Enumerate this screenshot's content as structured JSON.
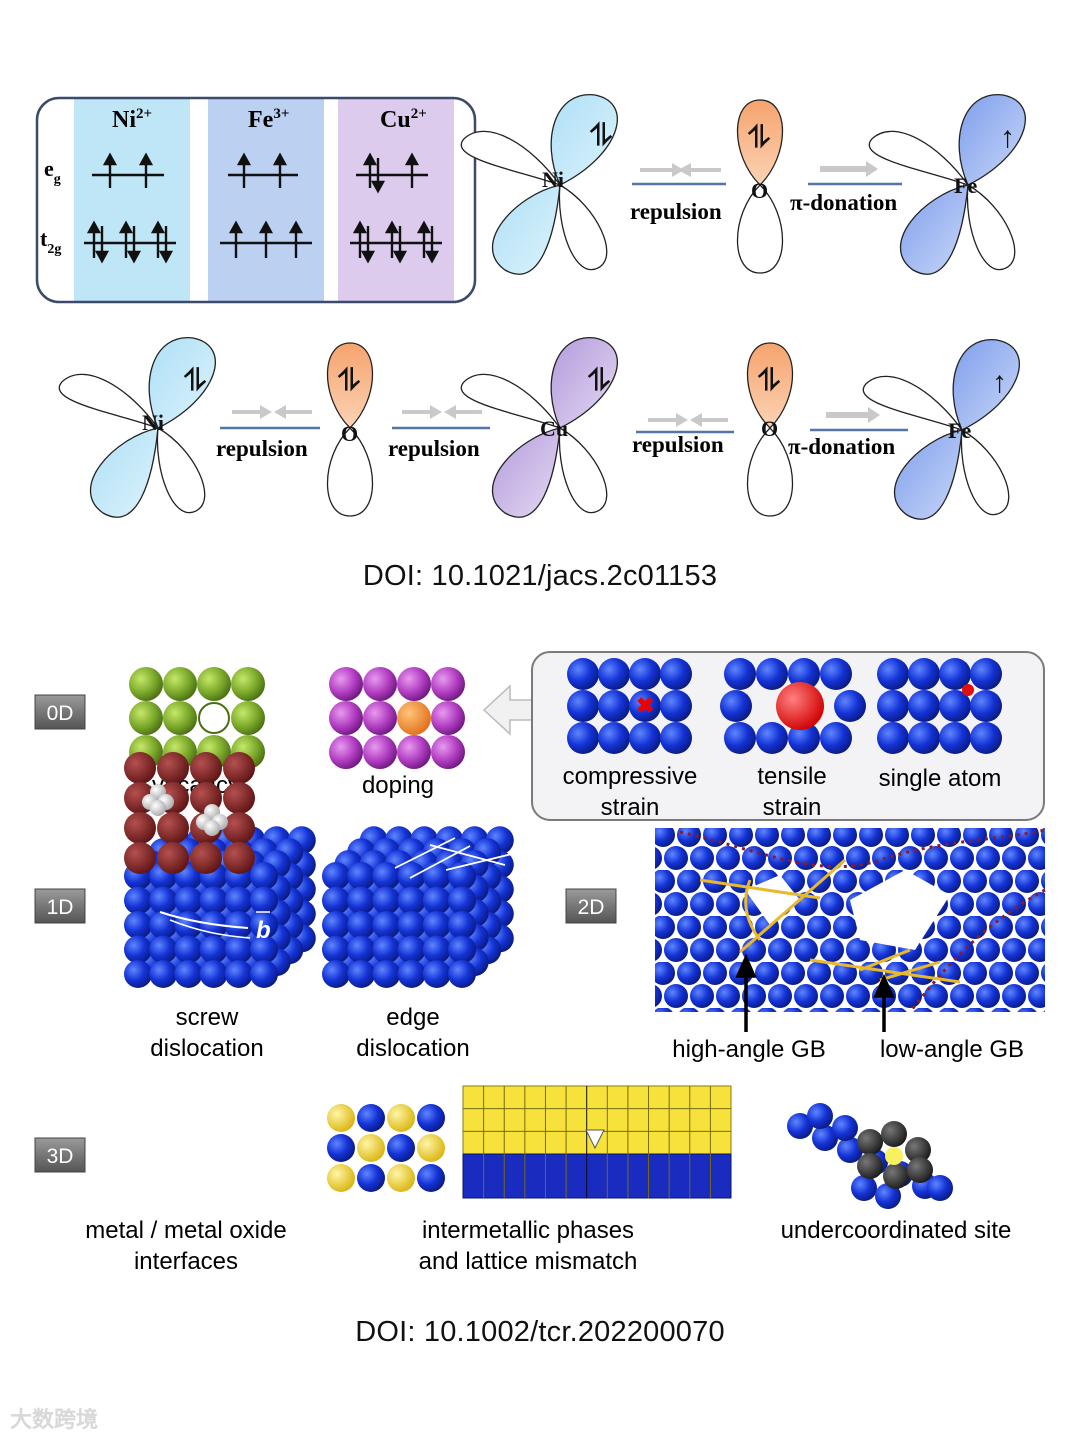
{
  "figure_top": {
    "config": {
      "ions": [
        "Ni2+",
        "Fe3+",
        "Cu2+"
      ],
      "ion_display": [
        {
          "base": "Ni",
          "sup": "2+"
        },
        {
          "base": "Fe",
          "sup": "3+"
        },
        {
          "base": "Cu",
          "sup": "2+"
        }
      ],
      "levels": [
        {
          "base": "e",
          "sub": "g"
        },
        {
          "base": "t",
          "sub": "2g"
        }
      ],
      "column_colors": [
        "#bfe6f6",
        "#bcd0f2",
        "#dccbec"
      ]
    },
    "row1": {
      "atoms": [
        "Ni",
        "O",
        "Fe"
      ],
      "links": [
        "repulsion",
        "π-donation"
      ]
    },
    "row2": {
      "atoms": [
        "Ni",
        "O",
        "Cu",
        "O",
        "Fe"
      ],
      "links": [
        "repulsion",
        "repulsion",
        "repulsion",
        "π-donation"
      ]
    },
    "doi": "DOI: 10.1021/jacs.2c01153"
  },
  "figure_bottom": {
    "dim_labels": [
      "0D",
      "1D",
      "2D",
      "3D"
    ],
    "zero_d": {
      "vacancy": "vacancy",
      "doping": "doping",
      "box": {
        "compressive": [
          "compressive",
          "strain"
        ],
        "tensile": [
          "tensile",
          "strain"
        ],
        "single_atom": "single atom"
      }
    },
    "one_d": {
      "screw": [
        "screw",
        "dislocation"
      ],
      "edge": [
        "edge",
        "dislocation"
      ],
      "burgers_symbol": "b"
    },
    "two_d": {
      "high_angle": "high-angle GB",
      "low_angle": "low-angle GB"
    },
    "three_d": {
      "interfaces": [
        "metal / metal oxide",
        "interfaces"
      ],
      "intermetallic": [
        "intermetallic phases",
        "and lattice mismatch"
      ],
      "undercoordinated": "undercoordinated site"
    },
    "colors": {
      "blue_atom": "#1433d6",
      "green_atom": "#7aa82a",
      "magenta_atom": "#b03cc0",
      "orange_atom": "#f08a24",
      "red_atom": "#ee1111",
      "maroon_atom": "#7a1f1f",
      "yellow_atom": "#f2d52a"
    },
    "doi": "DOI: 10.1002/tcr.202200070"
  },
  "watermark": "大数跨境"
}
